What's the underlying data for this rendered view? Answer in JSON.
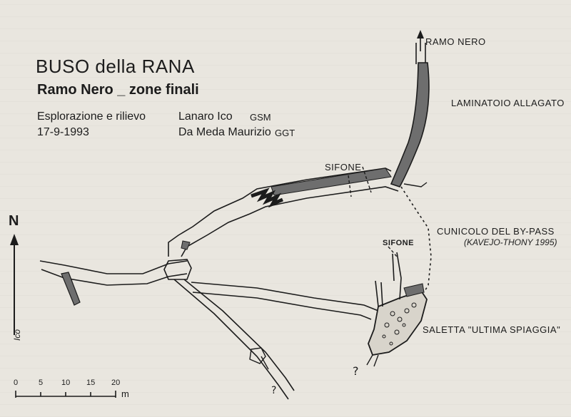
{
  "map": {
    "title": "BUSO della RANA",
    "subtitle": "Ramo Nero _ zone finali",
    "exploration_label": "Esplorazione e rilievo",
    "date": "17-9-1993",
    "author_1": "Lanaro Ico",
    "author_1_org": "GSM",
    "author_2": "Da Meda Maurizio",
    "author_2_org": "GGT",
    "labels": {
      "ramo_nero": "RAMO NERO",
      "laminatoio": "LAMINATOIO ALLAGATO",
      "sifone_1": "SIFONE",
      "sifone_2": "SIFONE",
      "cunicolo": "CUNICOLO DEL BY-PASS",
      "kavejo": "(KAVEJO-THONY 1995)",
      "saletta": "SALETTA \"ULTIMA SPIAGGIA\"",
      "north": "N",
      "signature": "Ico"
    },
    "scale": {
      "ticks": [
        "0",
        "5",
        "10",
        "15",
        "20"
      ],
      "unit": "m"
    },
    "colors": {
      "paper": "#e9e6df",
      "ink": "#1c1c1c",
      "water": "#6e6e6e"
    }
  }
}
